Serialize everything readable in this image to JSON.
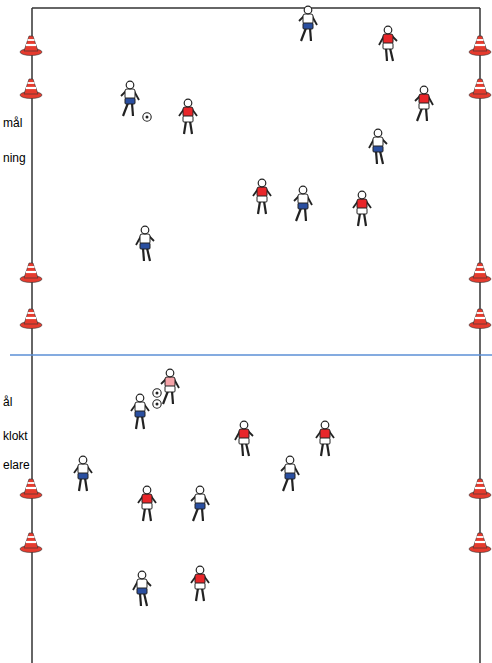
{
  "diagram": {
    "labels": [
      "mål",
      "ning",
      "ål",
      "klokt",
      "elare"
    ]
  }
}
